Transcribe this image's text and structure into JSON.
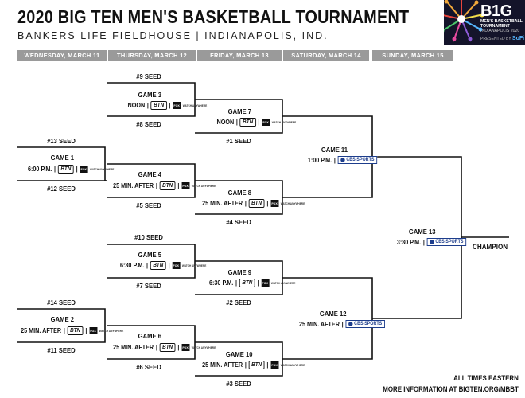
{
  "header": {
    "title": "2020 BIG TEN MEN'S BASKETBALL TOURNAMENT",
    "subtitle": "BANKERS LIFE FIELDHOUSE | INDIANAPOLIS, IND."
  },
  "logo": {
    "b1g": "B1G",
    "line1": "MEN'S BASKETBALL",
    "line2": "TOURNAMENT",
    "line3": "INDIANAPOLIS 2020",
    "sponsor_prefix": "PRESENTED BY",
    "sponsor": "SoFi"
  },
  "days": [
    "WEDNESDAY, MARCH 11",
    "THURSDAY, MARCH 12",
    "FRIDAY, MARCH 13",
    "SATURDAY, MARCH 14",
    "SUNDAY, MARCH 15"
  ],
  "networks": {
    "btn": "BTN",
    "fox_small": "FOX",
    "fox_note": "WATCH ANYWHERE",
    "cbs": "CBS SPORTS"
  },
  "seeds": {
    "s9": "#9 SEED",
    "s8": "#8 SEED",
    "s13": "#13 SEED",
    "s12": "#12 SEED",
    "s1": "#1 SEED",
    "s5": "#5 SEED",
    "s4": "#4 SEED",
    "s10": "#10 SEED",
    "s7": "#7 SEED",
    "s2": "#2 SEED",
    "s14": "#14 SEED",
    "s11": "#11 SEED",
    "s6": "#6 SEED",
    "s3": "#3 SEED"
  },
  "games": {
    "g1": {
      "name": "GAME 1",
      "time": "6:00 P.M."
    },
    "g2": {
      "name": "GAME 2",
      "time": "25 MIN. AFTER"
    },
    "g3": {
      "name": "GAME 3",
      "time": "NOON"
    },
    "g4": {
      "name": "GAME 4",
      "time": "25 MIN. AFTER"
    },
    "g5": {
      "name": "GAME 5",
      "time": "6:30 P.M."
    },
    "g6": {
      "name": "GAME 6",
      "time": "25 MIN. AFTER"
    },
    "g7": {
      "name": "GAME 7",
      "time": "NOON"
    },
    "g8": {
      "name": "GAME 8",
      "time": "25 MIN. AFTER"
    },
    "g9": {
      "name": "GAME 9",
      "time": "6:30 P.M."
    },
    "g10": {
      "name": "GAME 10",
      "time": "25 MIN. AFTER"
    },
    "g11": {
      "name": "GAME 11",
      "time": "1:00 P.M."
    },
    "g12": {
      "name": "GAME 12",
      "time": "25 MIN. AFTER"
    },
    "g13": {
      "name": "GAME 13",
      "time": "3:30 P.M."
    }
  },
  "champion": "CHAMPION",
  "footer": {
    "line1": "ALL TIMES EASTERN",
    "line2": "MORE INFORMATION AT BIGTEN.ORG/MBBT"
  }
}
